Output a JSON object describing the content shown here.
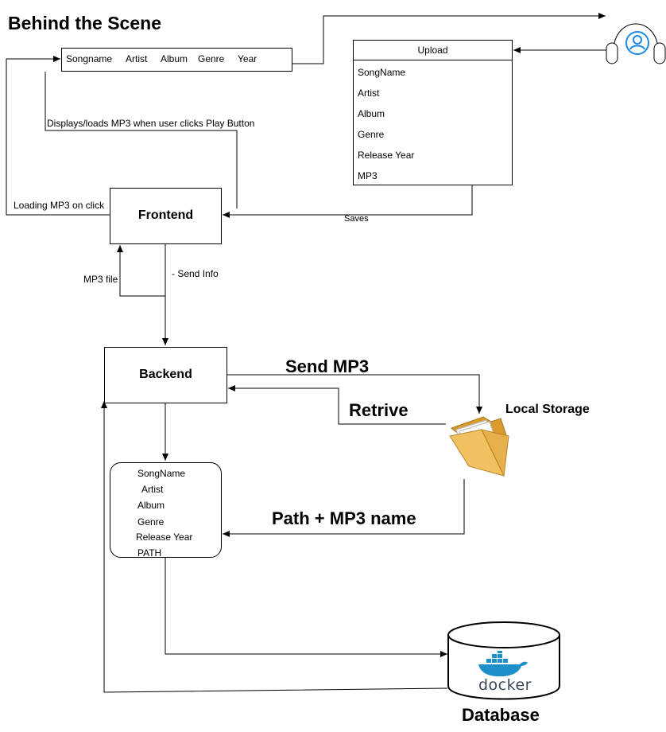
{
  "title": "Behind the Scene",
  "navbar": {
    "items": [
      "Songname",
      "Artist",
      "Album",
      "Genre",
      "Year"
    ]
  },
  "upload": {
    "header": "Upload",
    "fields": [
      "SongName",
      "Artist",
      "Album",
      "Genre",
      "Release Year",
      "MP3"
    ]
  },
  "frontend": {
    "label": "Frontend"
  },
  "backend": {
    "label": "Backend"
  },
  "record": {
    "fields": [
      "SongName",
      "Artist",
      "Album",
      "Genre",
      "Release Year",
      "PATH"
    ]
  },
  "local_storage": {
    "label": "Local Storage"
  },
  "database": {
    "label": "Database",
    "logo_text": "docker"
  },
  "labels": {
    "displays": "Displays/loads MP3 when user clicks Play Button",
    "loading": "Loading MP3 on click",
    "saves": "Saves",
    "mp3_file": "MP3 file",
    "send_info": "- Send Info",
    "send_mp3": "Send MP3",
    "retrive": "Retrive",
    "path_mp3": "Path + MP3 name"
  },
  "icons": {
    "user": "user-headphones-icon",
    "folder": "folder-icon",
    "docker": "docker-whale-icon"
  },
  "colors": {
    "user_icon": "#1e88e5",
    "docker": "#1d8fc9",
    "folder": "#e8b04a"
  }
}
